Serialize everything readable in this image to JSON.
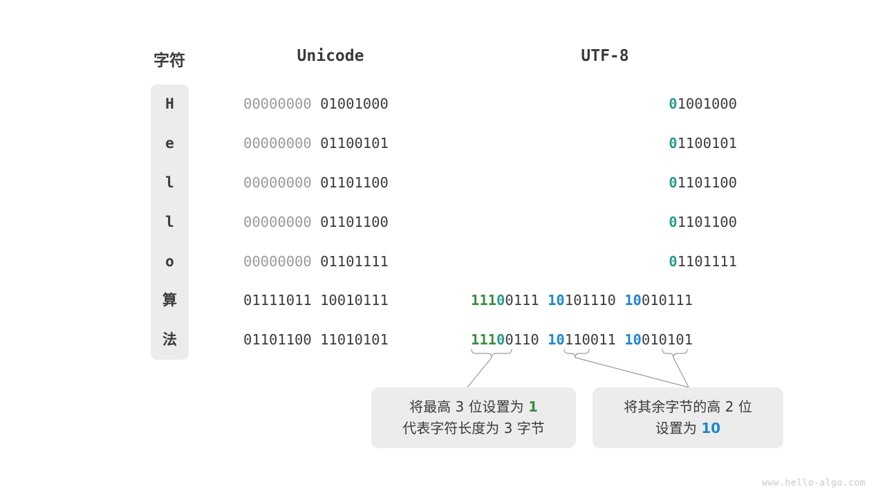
{
  "headers": {
    "character": "字符",
    "unicode": "Unicode",
    "utf8": "UTF-8"
  },
  "colors": {
    "panel_bg": "#ececec",
    "text": "#3b3b3b",
    "dim_text": "#9a9a9a",
    "green": "#3d8b40",
    "teal": "#2a9d8f",
    "blue": "#1f87d0",
    "watermark": "#c9c9c9"
  },
  "rows": [
    {
      "character": "H",
      "unicode_high": "00000000 ",
      "unicode_low": "01001000",
      "utf8_lead": "0",
      "utf8_rest": "1001000",
      "multibyte": false
    },
    {
      "character": "e",
      "unicode_high": "00000000 ",
      "unicode_low": "01100101",
      "utf8_lead": "0",
      "utf8_rest": "1100101",
      "multibyte": false
    },
    {
      "character": "l",
      "unicode_high": "00000000 ",
      "unicode_low": "01101100",
      "utf8_lead": "0",
      "utf8_rest": "1101100",
      "multibyte": false
    },
    {
      "character": "l",
      "unicode_high": "00000000 ",
      "unicode_low": "01101100",
      "utf8_lead": "0",
      "utf8_rest": "1101100",
      "multibyte": false
    },
    {
      "character": "o",
      "unicode_high": "00000000 ",
      "unicode_low": "01101111",
      "utf8_lead": "0",
      "utf8_rest": "1101111",
      "multibyte": false
    },
    {
      "character": "算",
      "unicode_high": "01111011 ",
      "unicode_low": "10010111",
      "b1_len": "111",
      "b1_zero": "0",
      "b1_rest": "0111",
      "b2_pre": "10",
      "b2_rest": "101110",
      "b3_pre": "10",
      "b3_rest": "010111",
      "multibyte": true
    },
    {
      "character": "法",
      "unicode_high": "01101100 ",
      "unicode_low": "11010101",
      "b1_len": "111",
      "b1_zero": "0",
      "b1_rest": "0110",
      "b2_pre": "10",
      "b2_rest": "110011",
      "b3_pre": "10",
      "b3_rest": "010101",
      "multibyte": true
    }
  ],
  "callouts": {
    "left": {
      "line1_a": "将最高 3 位设置为 ",
      "line1_hl": "1",
      "line2": "代表字符长度为 3 字节"
    },
    "right": {
      "line1": "将其余字节的高 2 位",
      "line2_a": "设置为 ",
      "line2_hl": "10"
    }
  },
  "watermark": "www.hello-algo.com"
}
